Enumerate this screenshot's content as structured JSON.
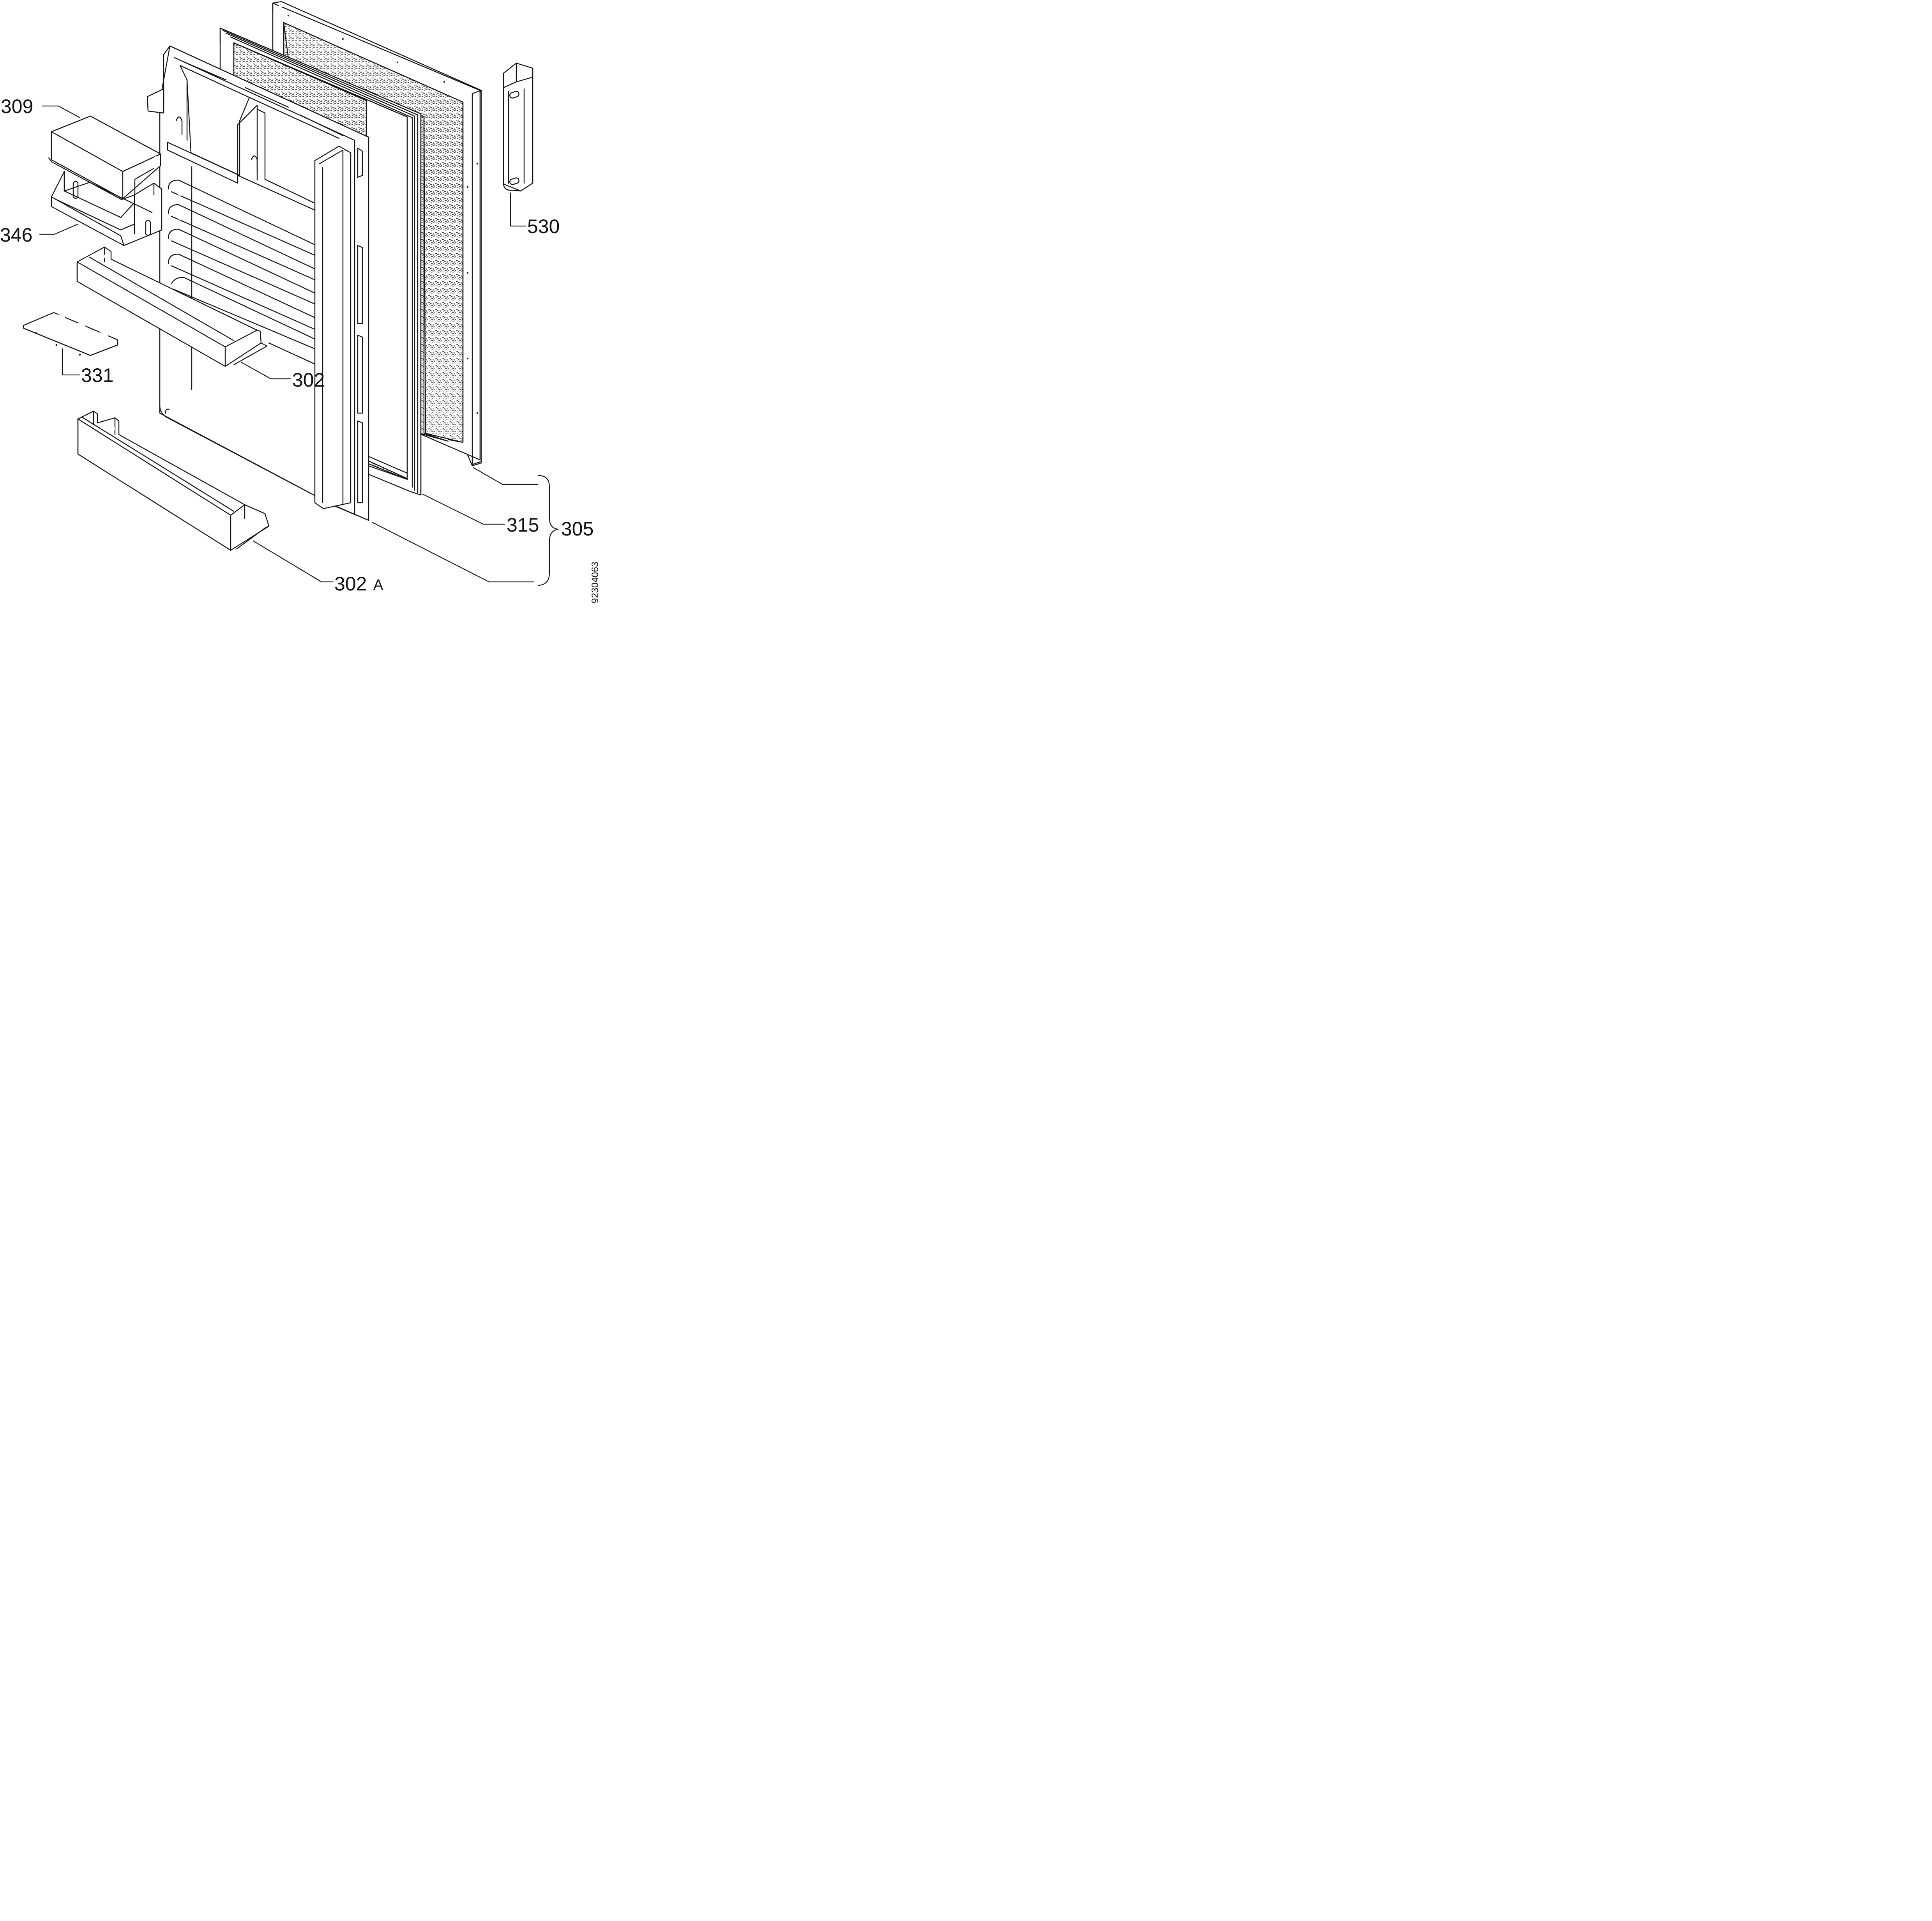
{
  "colors": {
    "line": "#141414",
    "paper": "#ffffff",
    "foam_texture": "#1a1a1a"
  },
  "callouts": {
    "c309": "309",
    "c346": "346",
    "c331": "331",
    "c302": "302",
    "c302a": "302",
    "c302a_suffix": "A",
    "c530": "530",
    "c315": "315",
    "c305": "305"
  },
  "drawing_number": "92304063"
}
